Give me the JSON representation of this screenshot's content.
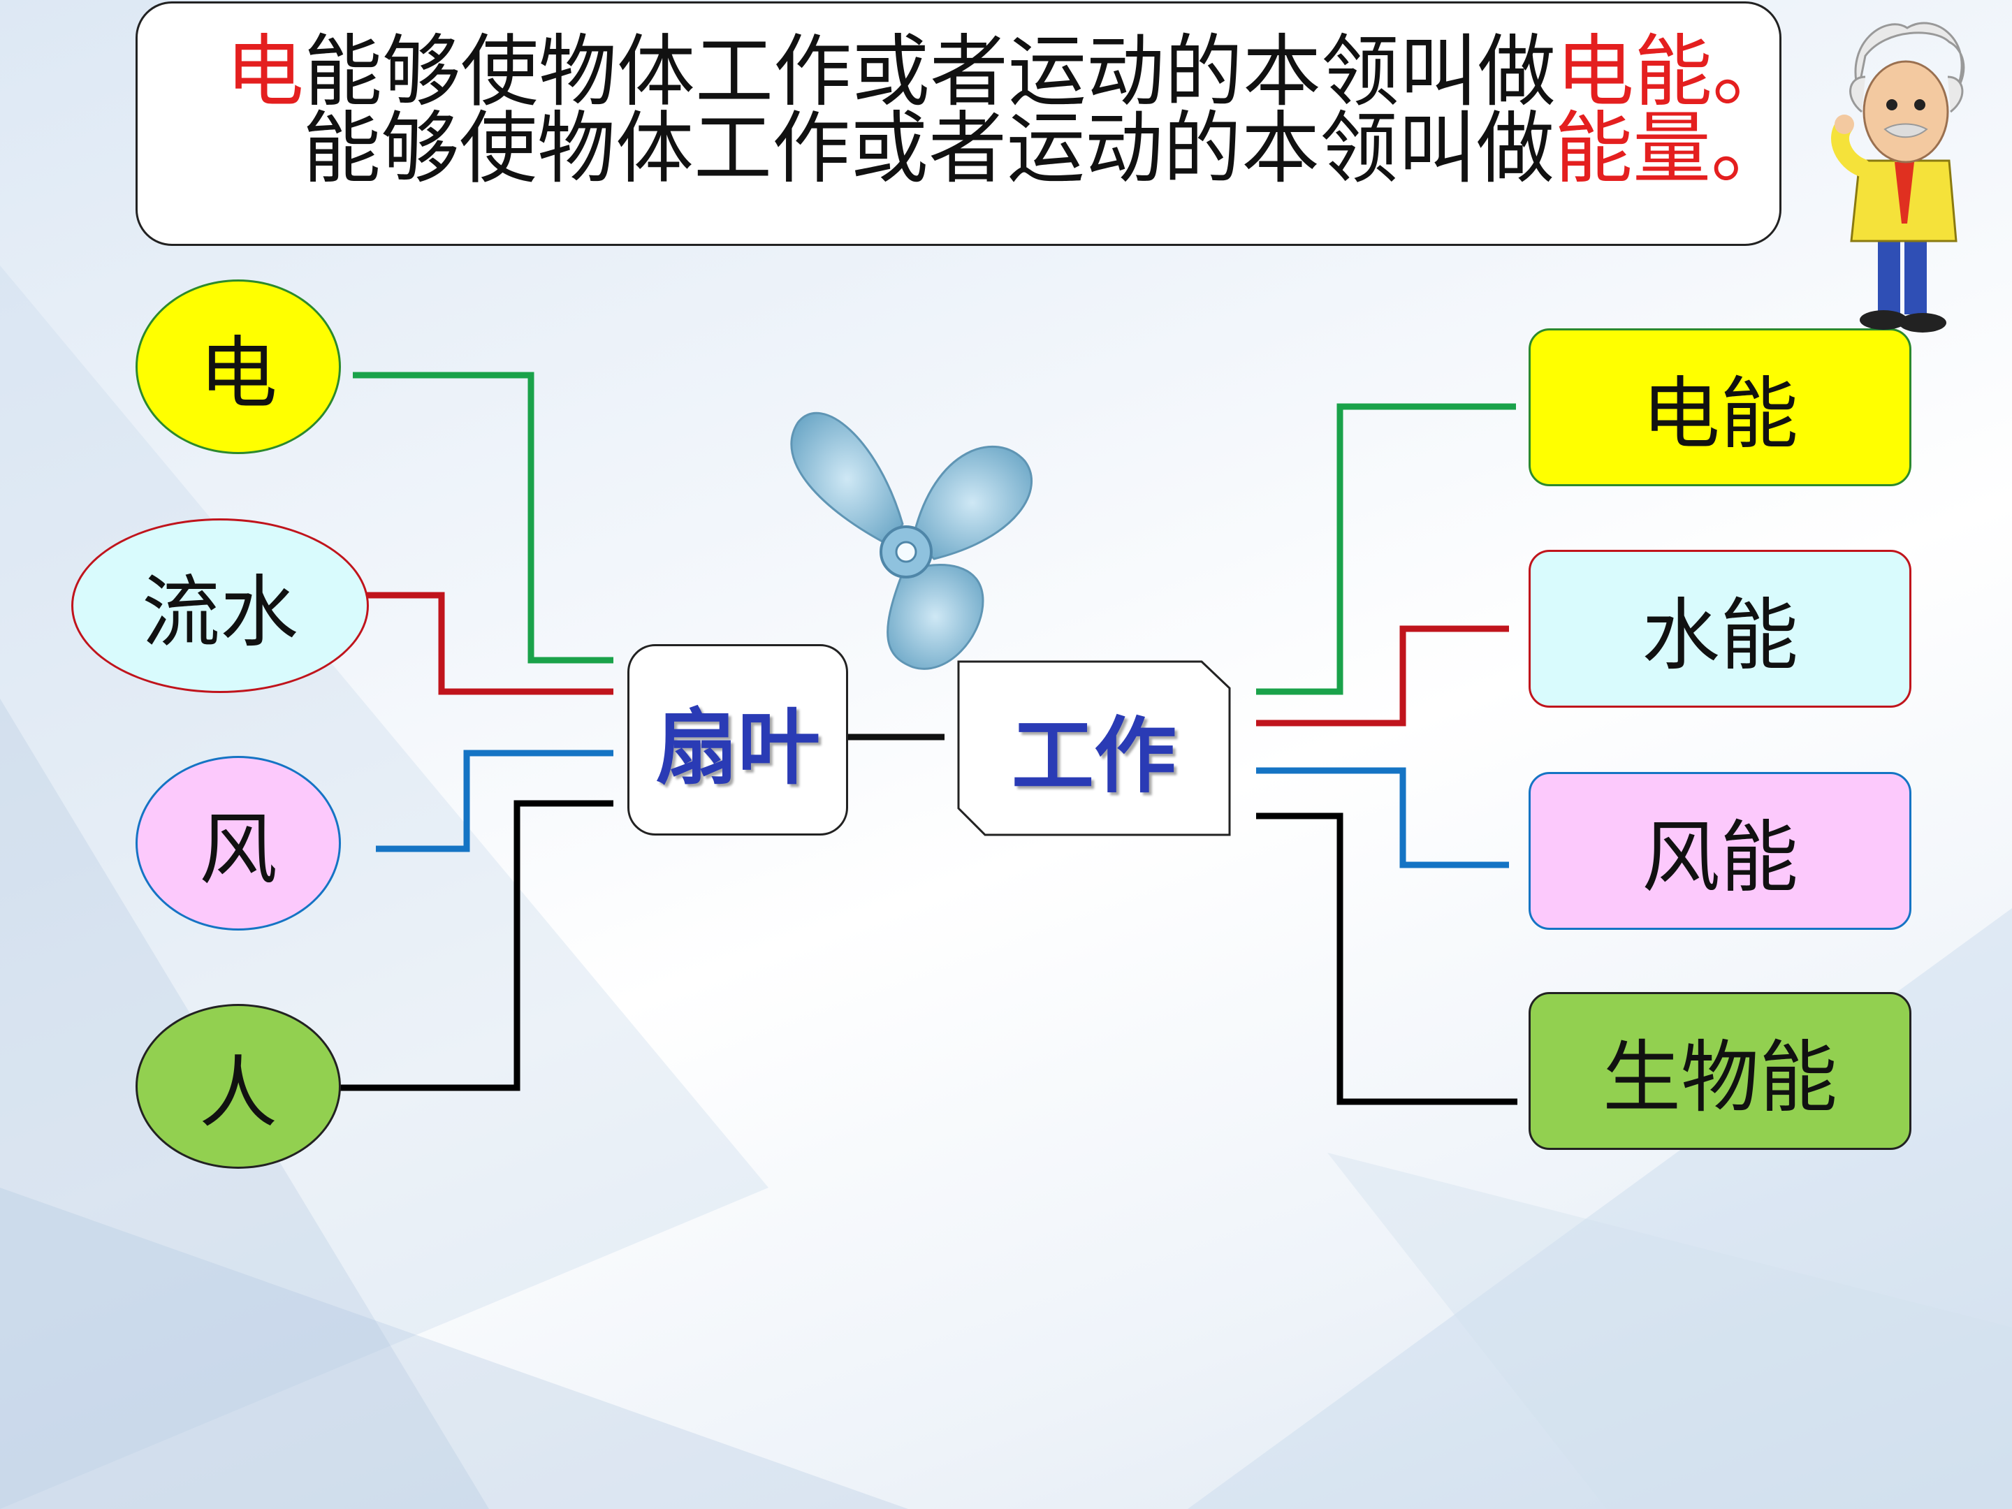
{
  "definition": {
    "line1": {
      "prefix": "电",
      "middle": "能够使物体工作或者运动的本领叫做",
      "suffix": "电能。"
    },
    "line2": {
      "middle": "能够使物体工作或者运动的本领叫做",
      "suffix": "能量。"
    }
  },
  "sources": [
    {
      "label": "电",
      "fill": "#ffff00",
      "line_color": "#1aa24a"
    },
    {
      "label": "流水",
      "fill": "#d9fbfd",
      "line_color": "#c0141c"
    },
    {
      "label": "风",
      "fill": "#fcc9fc",
      "line_color": "#1574c4"
    },
    {
      "label": "人",
      "fill": "#92d050",
      "line_color": "#000000"
    }
  ],
  "center": {
    "left_label": "扇叶",
    "right_label": "工作",
    "text_color": "#2a3bb5"
  },
  "energies": [
    {
      "label": "电能",
      "fill": "#ffff00"
    },
    {
      "label": "水能",
      "fill": "#d9fbfd"
    },
    {
      "label": "风能",
      "fill": "#fcc9fc"
    },
    {
      "label": "生物能",
      "fill": "#92d050"
    }
  ],
  "icons": {
    "fan": "fan-blade-icon",
    "mascot": "scientist-mascot-icon"
  }
}
